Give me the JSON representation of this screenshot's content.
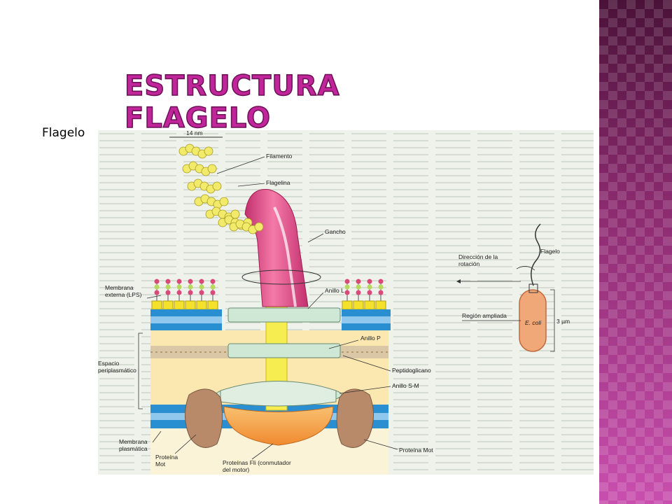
{
  "slide": {
    "title": "ESTRUCTURA FLAGELO",
    "caption": "Flagelo"
  },
  "colors": {
    "accent": "#c0269a",
    "side_band": "#8a2a6e",
    "membrane_blue": "#2a8fd0",
    "lps_yellow": "#f4e12c",
    "hook_pink": "#e44a88",
    "ring_green": "#cfe8d5",
    "motor_orange": "#f6a64a",
    "mot_protein_brown": "#b98a6a"
  },
  "diagram": {
    "scale_width": "14 nm",
    "labels": {
      "filamento": "Filamento",
      "flagelina": "Flagelina",
      "gancho": "Gancho",
      "membrana_externa": "Membrana externa (LPS)",
      "anillo_l": "Anillo L",
      "anillo_p": "Anillo P",
      "espacio_periplasmatico": "Espacio periplasmático",
      "peptidoglicano": "Peptidoglicano",
      "anillo_sm": "Anillo S-M",
      "membrana_plasmatica": "Membrana plasmática",
      "proteina_mot_left": "Proteína Mot",
      "proteinas_fli": "Proteínas Fli (conmutador del motor)",
      "proteina_mot_right": "Proteína Mot"
    },
    "inset": {
      "flagelo": "Flagelo",
      "direccion_rotacion": "Dirección de la rotación",
      "region_ampliada": "Región ampliada",
      "organism": "E. coli",
      "size": "3 µm"
    }
  }
}
